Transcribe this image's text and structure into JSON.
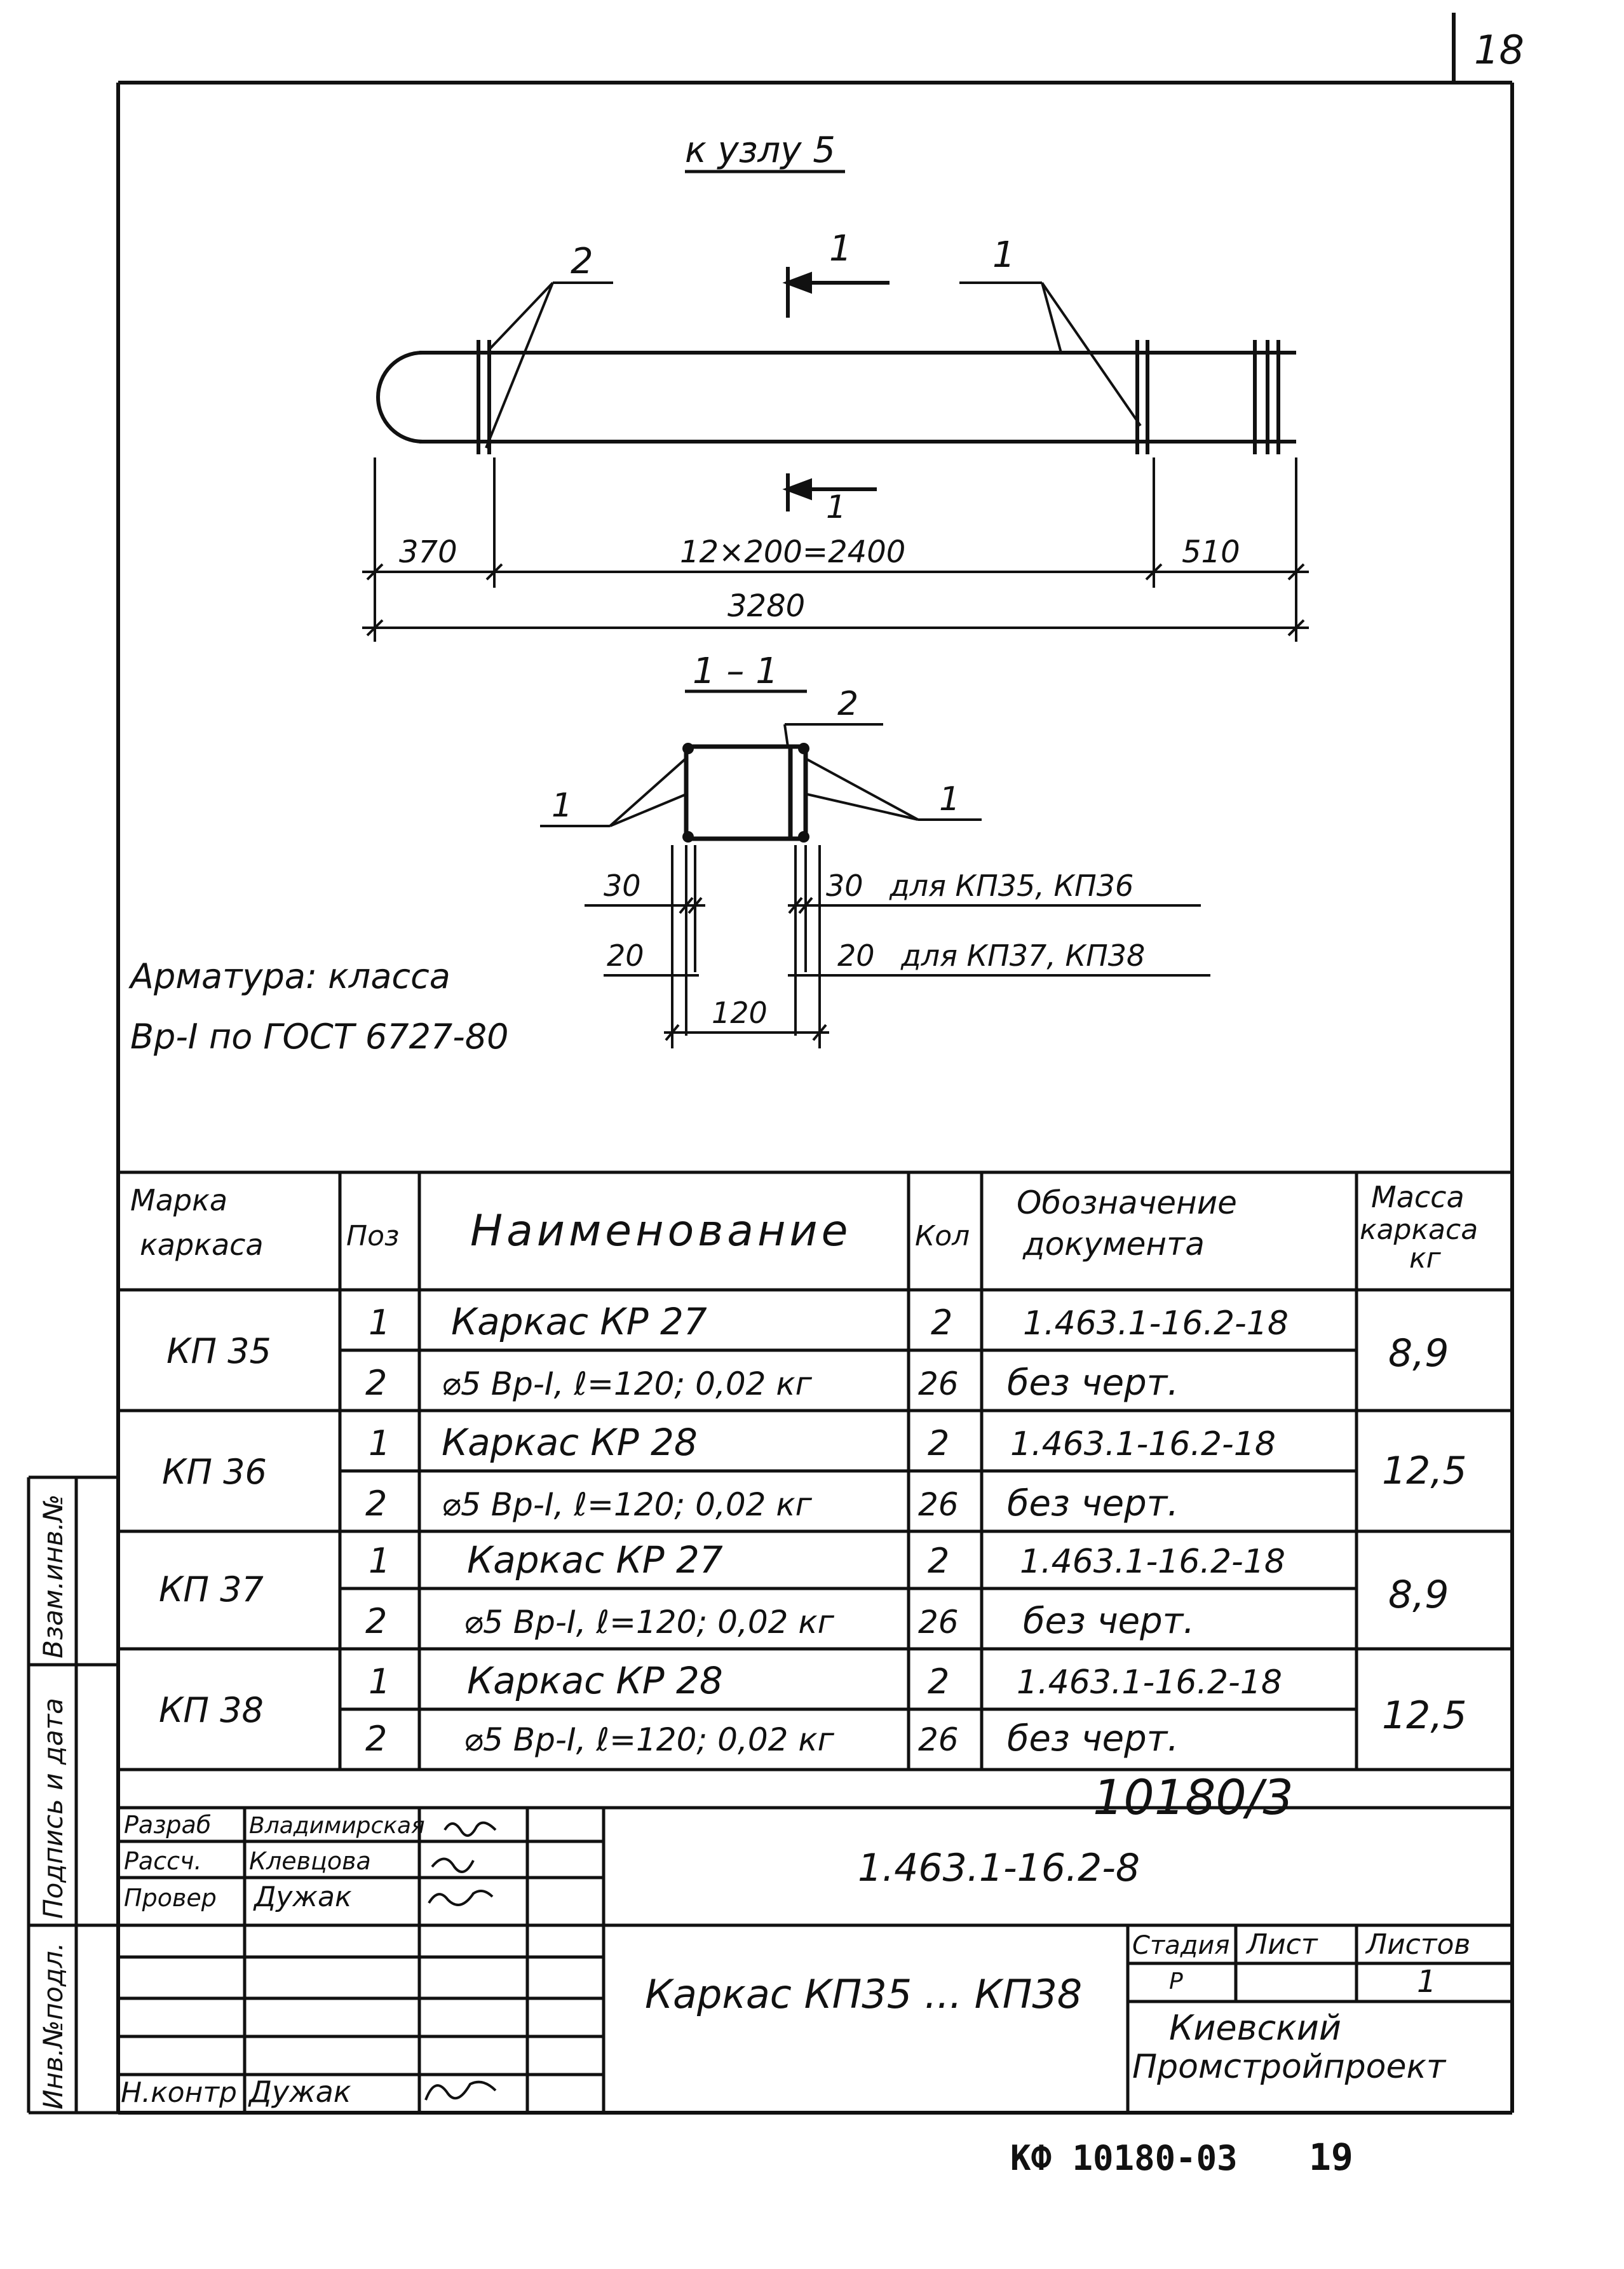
{
  "page": {
    "sheet_number": "18",
    "bottom_code": "КФ 10180-03",
    "bottom_page": "19"
  },
  "drawing": {
    "title": "к узлу 5",
    "pos_label_2": "2",
    "pos_label_1a": "1",
    "pos_label_1b": "1",
    "section_mark_top": "1",
    "section_mark_bottom": "1",
    "dim_left": "370",
    "dim_middle": "12×200=2400",
    "dim_right": "510",
    "dim_total": "3280"
  },
  "section": {
    "title": "1 – 1",
    "label_2": "2",
    "label_1_left": "1",
    "label_1_right": "1",
    "dim_30_left": "30",
    "dim_20_left": "20",
    "dim_30_right": "30",
    "note_kp35_36": "для КП35, КП36",
    "dim_20_right": "20",
    "note_kp37_38": "для КП37, КП38",
    "dim_120": "120"
  },
  "reinforcement_note": {
    "line1": "Арматура: класса",
    "line2": "Вр-I по ГОСТ 6727-80"
  },
  "table": {
    "headers": {
      "mark": "Марка каркаса",
      "pos": "Поз",
      "name": "Наименование",
      "qty": "Кол",
      "doc": "Обозначение документа",
      "mass": "Масса каркаса кг"
    },
    "groups": [
      {
        "mark": "КП 35",
        "mass": "8,9",
        "rows": [
          {
            "pos": "1",
            "name": "Каркас КР 27",
            "qty": "2",
            "doc": "1.463.1-16.2-18"
          },
          {
            "pos": "2",
            "name": "⌀5 Вр-I, ℓ=120; 0,02 кг",
            "qty": "26",
            "doc": "без черт."
          }
        ]
      },
      {
        "mark": "КП 36",
        "mass": "12,5",
        "rows": [
          {
            "pos": "1",
            "name": "Каркас КР 28",
            "qty": "2",
            "doc": "1.463.1-16.2-18"
          },
          {
            "pos": "2",
            "name": "⌀5 Вр-I, ℓ=120; 0,02 кг",
            "qty": "26",
            "doc": "без черт."
          }
        ]
      },
      {
        "mark": "КП 37",
        "mass": "8,9",
        "rows": [
          {
            "pos": "1",
            "name": "Каркас КР 27",
            "qty": "2",
            "doc": "1.463.1-16.2-18"
          },
          {
            "pos": "2",
            "name": "⌀5 Вр-I, ℓ=120; 0,02 кг",
            "qty": "26",
            "doc": "без черт."
          }
        ]
      },
      {
        "mark": "КП 38",
        "mass": "12,5",
        "rows": [
          {
            "pos": "1",
            "name": "Каркас КР 28",
            "qty": "2",
            "doc": "1.463.1-16.2-18"
          },
          {
            "pos": "2",
            "name": "⌀5 Вр-I, ℓ=120; 0,02 кг",
            "qty": "26",
            "doc": "без черт."
          }
        ]
      }
    ]
  },
  "title_block": {
    "project_number": "10180/3",
    "designation": "1.463.1-16.2-8",
    "sheet_title": "Каркас КП35 ... КП38",
    "stage_header": "Стадия",
    "sheet_header": "Лист",
    "sheets_header": "Листов",
    "stage": "Р",
    "sheets_total": "1",
    "org_line1": "Киевский",
    "org_line2": "Промстройпроект",
    "roles": [
      {
        "role": "Разраб",
        "name": "Владимирская"
      },
      {
        "role": "Рассч.",
        "name": "Клевцова"
      },
      {
        "role": "Провер",
        "name": "Дужак"
      },
      {
        "role": "",
        "name": ""
      },
      {
        "role": "",
        "name": ""
      },
      {
        "role": "",
        "name": ""
      },
      {
        "role": "",
        "name": ""
      },
      {
        "role": "Н.контр",
        "name": "Дужак"
      }
    ]
  },
  "side_stamps": {
    "inv_vzam": "Взам.инв.№",
    "signature_date": "Подпись и дата",
    "inv_podl": "Инв.№подл."
  }
}
